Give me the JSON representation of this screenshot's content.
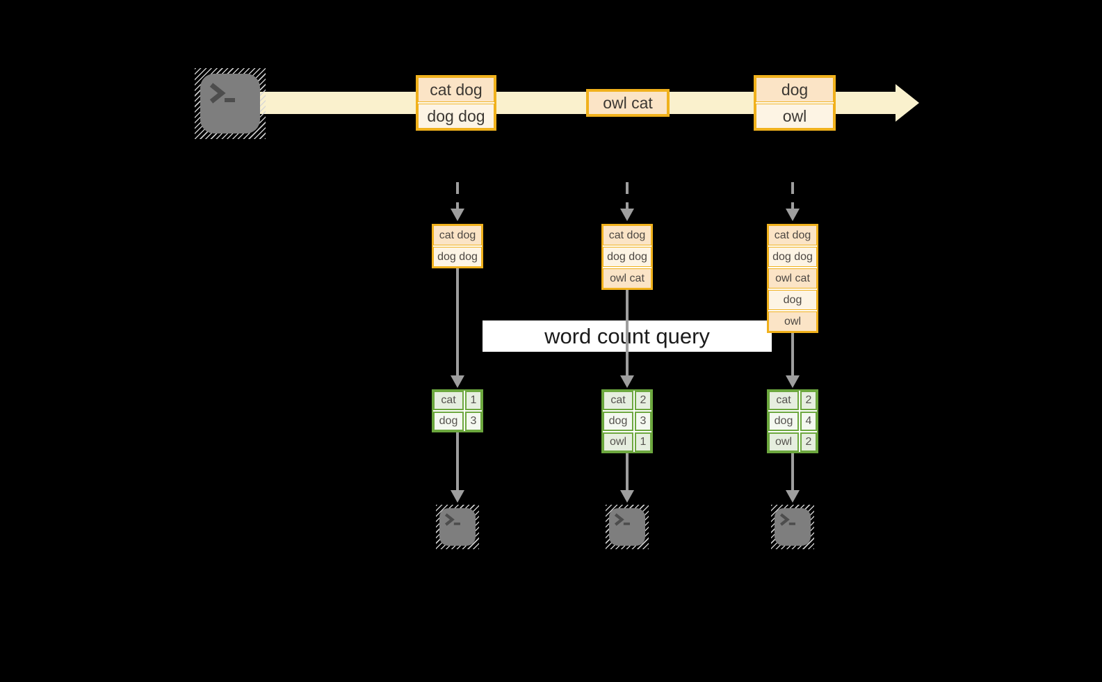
{
  "diagram": {
    "query_label": "word count query",
    "icons": {
      "producer": "terminal-icon",
      "consumer": "terminal-icon",
      "prompt": "prompt-chevron-underscore"
    },
    "stream": {
      "events": [
        {
          "rows": [
            "cat dog",
            "dog dog"
          ]
        },
        {
          "rows": [
            "owl cat"
          ]
        },
        {
          "rows": [
            "dog",
            "owl"
          ]
        }
      ]
    },
    "columns": [
      {
        "buffer_rows": [
          "cat dog",
          "dog dog"
        ],
        "counts": [
          {
            "word": "cat",
            "count": "1"
          },
          {
            "word": "dog",
            "count": "3"
          }
        ]
      },
      {
        "buffer_rows": [
          "cat dog",
          "dog dog",
          "owl cat"
        ],
        "counts": [
          {
            "word": "cat",
            "count": "2"
          },
          {
            "word": "dog",
            "count": "3"
          },
          {
            "word": "owl",
            "count": "1"
          }
        ]
      },
      {
        "buffer_rows": [
          "cat dog",
          "dog dog",
          "owl cat",
          "dog",
          "owl"
        ],
        "counts": [
          {
            "word": "cat",
            "count": "2"
          },
          {
            "word": "dog",
            "count": "4"
          },
          {
            "word": "owl",
            "count": "2"
          }
        ]
      }
    ],
    "colors": {
      "background": "#000000",
      "stream_fill": "#FAF1CD",
      "event_border": "#F0B11C",
      "event_row_odd": "#FBE4C6",
      "event_row_even": "#FDF4E4",
      "table_border": "#6CA73E",
      "table_row_odd": "#E6EEDF",
      "table_row_even": "#F4F8F0",
      "arrow_gray": "#9E9E9E",
      "terminal_fill": "#7E7E7E"
    }
  }
}
